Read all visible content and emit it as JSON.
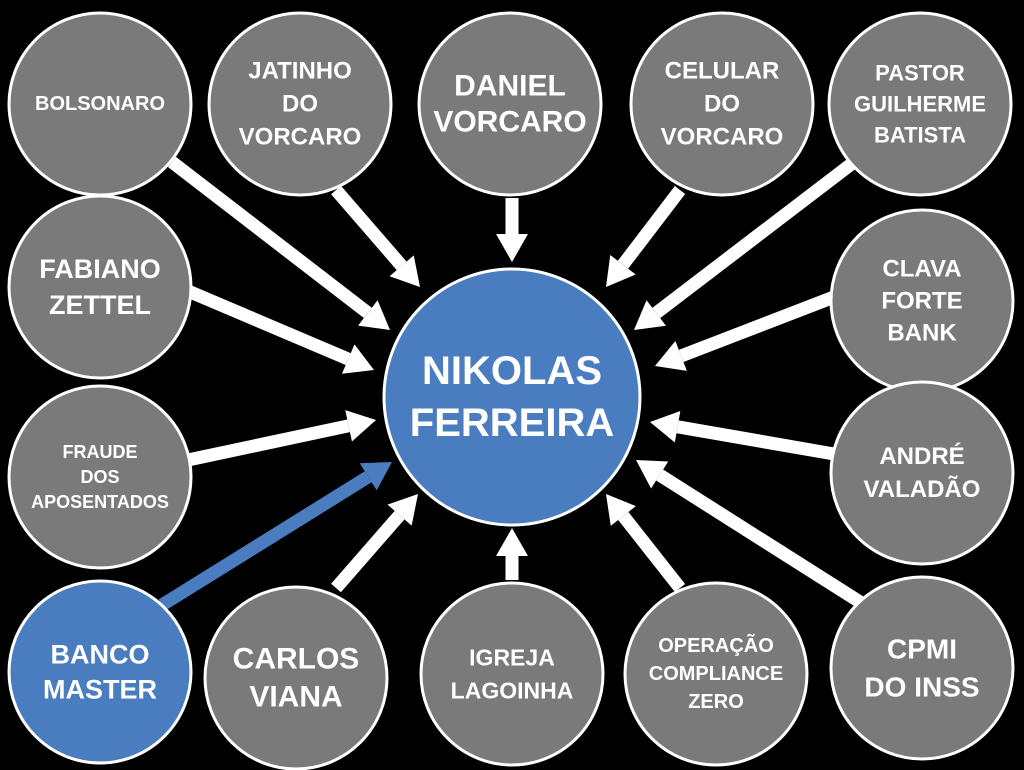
{
  "center": {
    "lines": [
      "NIKOLAS",
      "FERREIRA"
    ]
  },
  "nodes": [
    {
      "id": "bolsonaro",
      "lines": [
        "BOLSONARO"
      ]
    },
    {
      "id": "jatinho-do-vorcaro",
      "lines": [
        "JATINHO",
        "DO",
        "VORCARO"
      ]
    },
    {
      "id": "daniel-vorcaro",
      "lines": [
        "DANIEL",
        "VORCARO"
      ]
    },
    {
      "id": "celular-do-vorcaro",
      "lines": [
        "CELULAR",
        "DO",
        "VORCARO"
      ]
    },
    {
      "id": "pastor-guilherme-batista",
      "lines": [
        "PASTOR",
        "GUILHERME",
        "BATISTA"
      ]
    },
    {
      "id": "fabiano-zettel",
      "lines": [
        "FABIANO",
        "ZETTEL"
      ]
    },
    {
      "id": "clava-forte-bank",
      "lines": [
        "CLAVA",
        "FORTE",
        "BANK"
      ]
    },
    {
      "id": "fraude-dos-aposentados",
      "lines": [
        "FRAUDE",
        "DOS",
        "APOSENTADOS"
      ]
    },
    {
      "id": "andre-valadao",
      "lines": [
        "ANDRÉ",
        "VALADÃO"
      ]
    },
    {
      "id": "banco-master",
      "lines": [
        "BANCO",
        "MASTER"
      ],
      "highlight": true
    },
    {
      "id": "carlos-viana",
      "lines": [
        "CARLOS",
        "VIANA"
      ]
    },
    {
      "id": "igreja-lagoinha",
      "lines": [
        "IGREJA",
        "LAGOINHA"
      ]
    },
    {
      "id": "operacao-compliance-zero",
      "lines": [
        "OPERAÇÃO",
        "COMPLIANCE",
        "ZERO"
      ]
    },
    {
      "id": "cpmi-do-inss",
      "lines": [
        "CPMI",
        "DO INSS"
      ]
    }
  ],
  "colors": {
    "background": "#000000",
    "node_fill": "#7a7a7a",
    "node_stroke": "#ffffff",
    "highlight_fill": "#4a7cc0",
    "arrow": "#ffffff",
    "highlight_arrow": "#4a7cc0",
    "text": "#ffffff"
  }
}
